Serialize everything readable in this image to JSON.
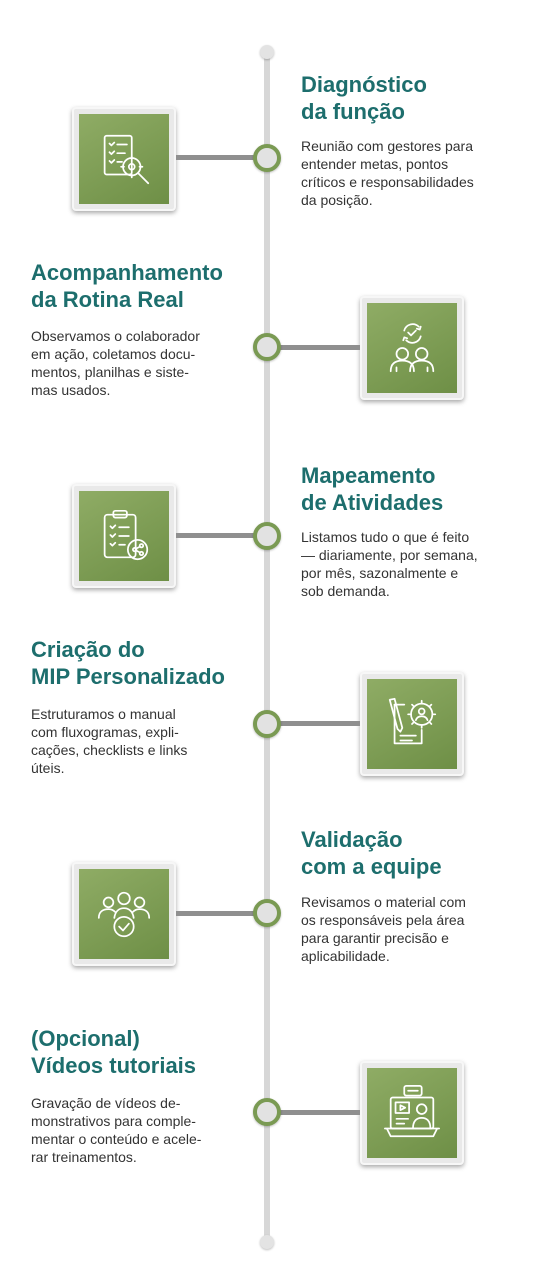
{
  "colors": {
    "title": "#1d6e6d",
    "body_text": "#333333",
    "icon_green": "#7a9a53",
    "spine": "#d7d7d7",
    "connector": "#8f8f8f"
  },
  "steps": [
    {
      "title": "Diagnóstico\nda função",
      "description": "Reunião com gestores para\nentender metas, pontos\ncríticos e responsabilidades\nda posição.",
      "icon": "checklist-magnifier-icon"
    },
    {
      "title": "Acompanhamento\nda Rotina Real",
      "description": "Observamos o colaborador\nem ação, coletamos docu-\nmentos, planilhas e siste-\nmas usados.",
      "icon": "people-cycle-icon"
    },
    {
      "title": "Mapeamento\nde Atividades",
      "description": "Listamos tudo o que é feito\n— diariamente, por semana,\npor mês, sazonalmente e\nsob demanda.",
      "icon": "clipboard-share-icon"
    },
    {
      "title": "Criação do\nMIP Personalizado",
      "description": "Estruturamos o manual\ncom fluxogramas, expli-\ncações, checklists e links\núteis.",
      "icon": "document-gear-person-icon"
    },
    {
      "title": "Validação\ncom a equipe",
      "description": "Revisamos o material com\nos responsáveis pela área\npara garantir precisão e\naplicabilidade.",
      "icon": "team-check-icon"
    },
    {
      "title": "(Opcional)\nVídeos tutoriais",
      "description": "Gravação de vídeos de-\nmonstrativos para comple-\nmentar o conteúdo e acele-\nrar treinamentos.",
      "icon": "video-tutorial-icon"
    }
  ]
}
